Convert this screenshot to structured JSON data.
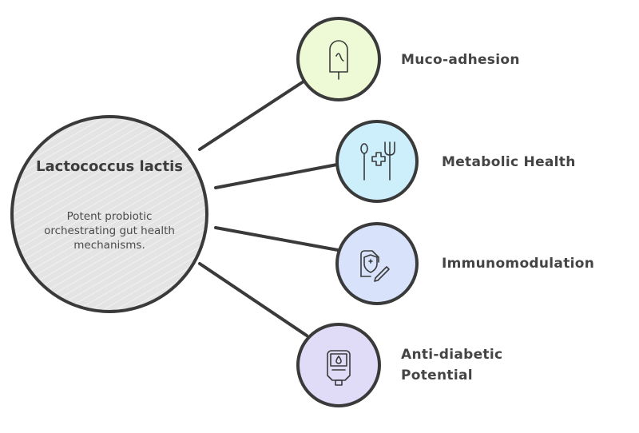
{
  "center": {
    "title": "Lactococcus lactis",
    "description": "Potent probiotic orchestrating gut health mechanisms.",
    "fill": "#e4e4e4"
  },
  "nodes": [
    {
      "label": "Muco-adhesion",
      "icon": "popsicle-icon",
      "fill": "#eefad6"
    },
    {
      "label": "Metabolic Health",
      "icon": "spoon-fork-medical-cross-icon",
      "fill": "#cdeffb"
    },
    {
      "label": "Immunomodulation",
      "icon": "shield-document-pen-icon",
      "fill": "#d8e3fb"
    },
    {
      "label": "Anti-diabetic Potential",
      "icon": "glucose-meter-icon",
      "fill": "#e0dcf8"
    }
  ]
}
